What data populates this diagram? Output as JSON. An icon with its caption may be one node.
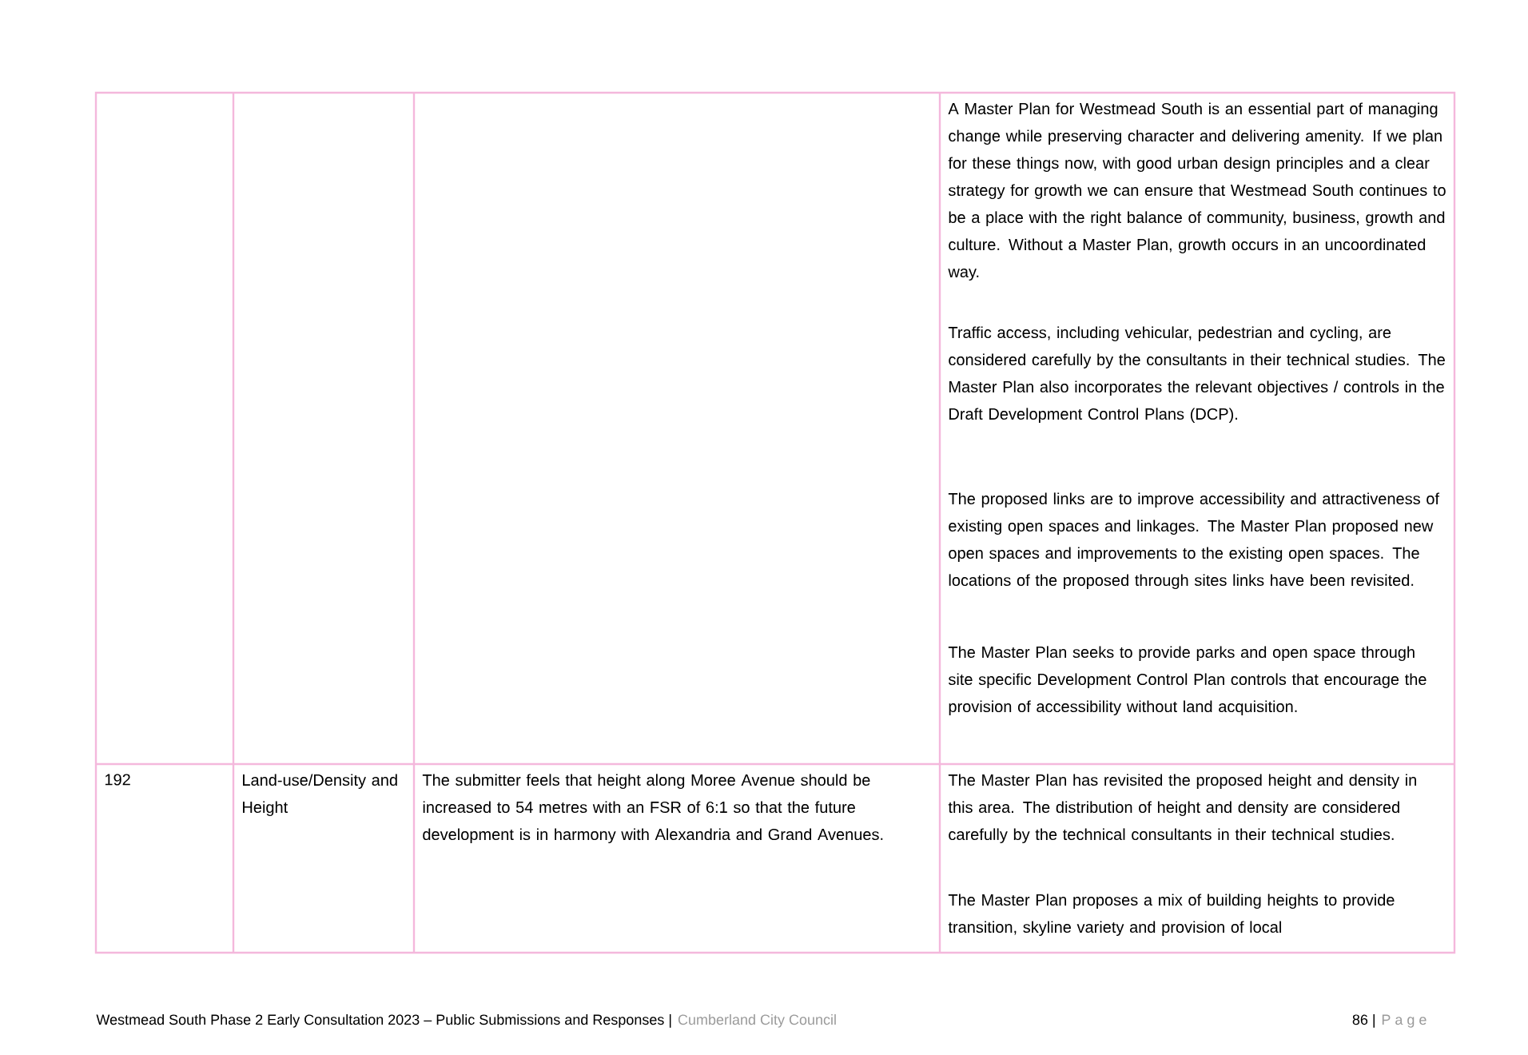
{
  "diagram": {
    "labels": [
      "A Master Plan for Westmead South is an essential part of managing change while preserving character and delivering amenity. If we plan for these things now, with good urban design principles and a clear strategy for growth we can ensure that Westmead South continues to be a place with the right balance of community, business, growth and culture. Without a Master Plan, growth occurs in an uncoordinated way.",
      "Traffic access, including vehicular, pedestrian and cycling, are considered carefully by the consultants in their technical studies. The Master Plan also incorporates the relevant objectives / controls in the Draft Development Control Plans (DCP).",
      "The proposed links are to improve accessibility and attractiveness of existing open spaces and linkages. The Master Plan proposed new open spaces and improvements to the existing open spaces. The locations of the proposed through sites links have been revisited.",
      "The Master Plan seeks to provide parks and open space through site specific Development Control Plan controls that encourage the provision of accessibility without land acquisition.",
      "192",
      "Land-use/Density and Height",
      "The submitter feels that height along Moree Avenue should be increased to 54 metres with an FSR of 6:1 so that the future development is in harmony with Alexandria and Grand Avenues.",
      "The Master Plan has revisited the proposed height and density in this area. The distribution of height and density are considered carefully by the technical consultants in their technical studies.",
      "The Master Plan proposes a mix of building heights to provide transition, skyline variety and provision of local",
      "Westmead South Phase 2 Early Consultation 2023 – Public Submissions and Responses |",
      "Cumberland City Council",
      "86 |",
      "P a g e"
    ]
  }
}
